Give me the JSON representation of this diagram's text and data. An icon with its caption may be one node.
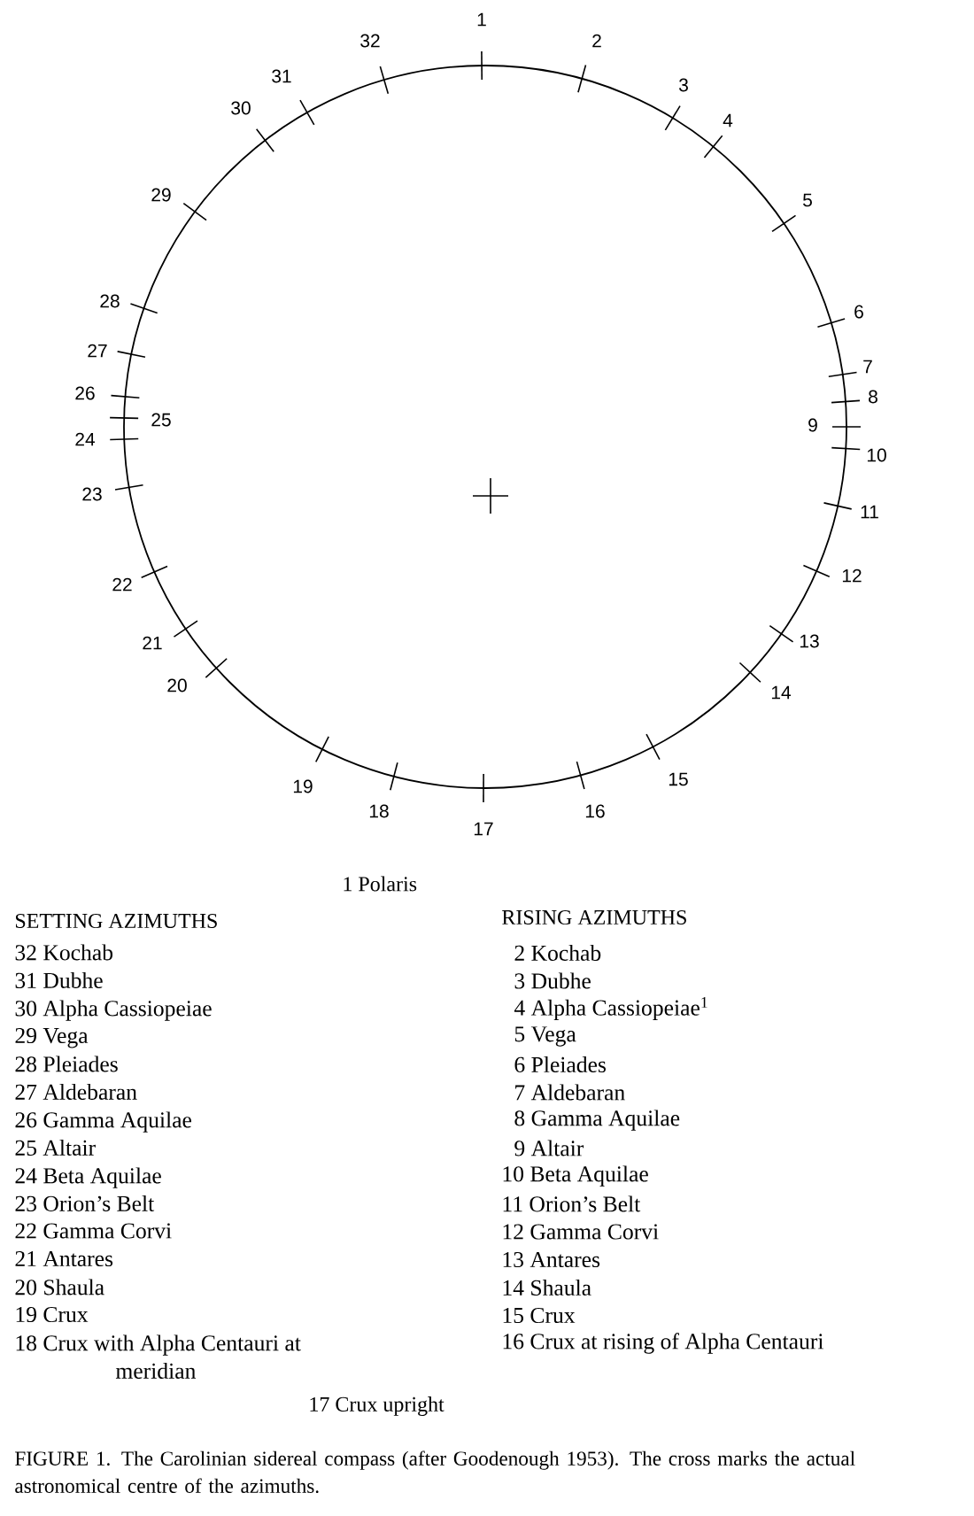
{
  "diagram": {
    "caption": "FIGURE 1. The Carolinian sidereal compass (after Goodenough 1953). The cross marks the actual astronomical centre of the azimuths.",
    "labels": [
      "1",
      "2",
      "3",
      "4",
      "5",
      "6",
      "7",
      "8",
      "9",
      "10",
      "11",
      "12",
      "13",
      "14",
      "15",
      "16",
      "17",
      "18",
      "19",
      "20",
      "21",
      "22",
      "23",
      "24",
      "25",
      "26",
      "27",
      "28",
      "29",
      "30",
      "31",
      "32",
      "1 Polaris",
      "SETTING AZIMUTHS",
      "RISING AZIMUTHS",
      "32 Kochab",
      "31 Dubhe",
      "30 Alpha Cassiopeiae",
      "29 Vega",
      "28 Pleiades",
      "27 Aldebaran",
      "26 Gamma Aquilae",
      "25 Altair",
      "24 Beta Aquilae",
      "23 Orion’s Belt",
      "22 Gamma Corvi",
      "21 Antares",
      "20 Shaula",
      "19 Crux",
      "18 Crux with Alpha Centauri at meridian",
      "2 Kochab",
      "3 Dubhe",
      "4 Alpha Cassiopeiae$^{1}$",
      "5 Vega",
      "6 Pleiades",
      "7 Aldebaran",
      "8 Gamma Aquilae",
      "9 Altair",
      "10 Beta Aquilae",
      "11 Orion’s Belt",
      "12 Gamma Corvi",
      "13 Antares",
      "14 Shaula",
      "15 Crux",
      "16 Crux at rising of Alpha Centauri",
      "17 Crux upright"
    ]
  }
}
